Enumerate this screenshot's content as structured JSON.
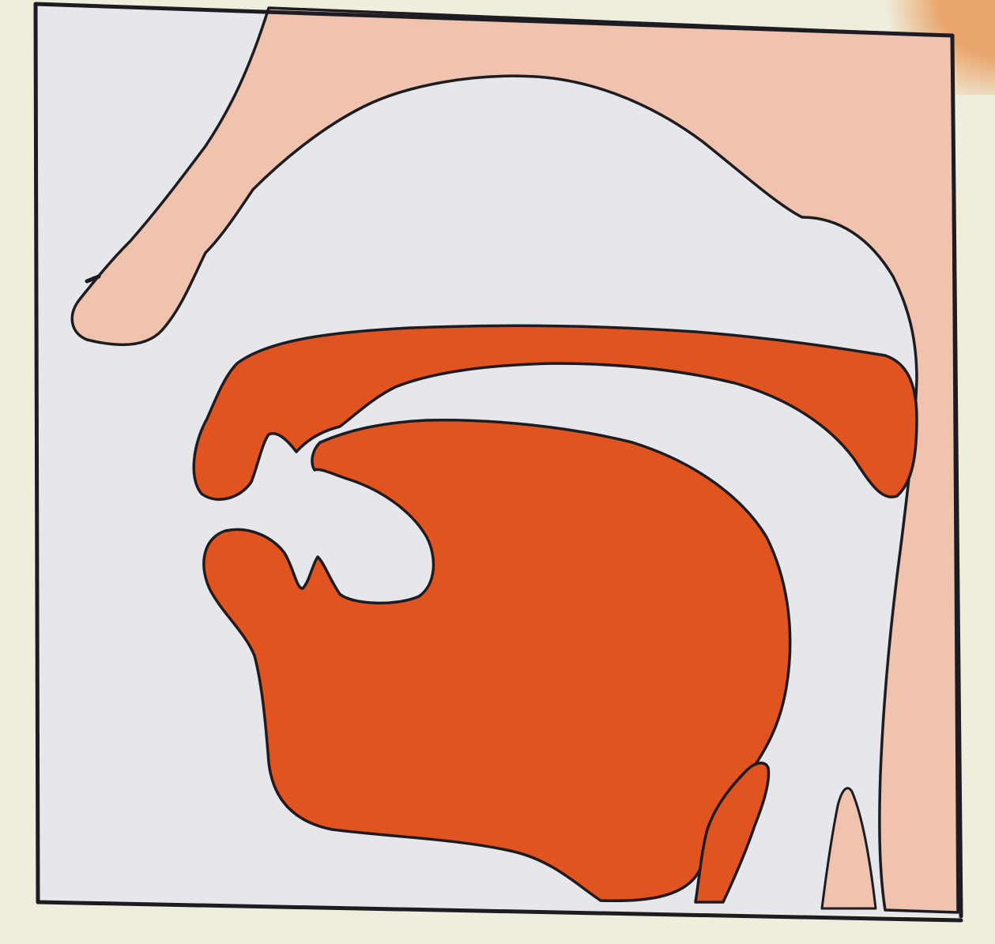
{
  "figure": {
    "kind": "sagittal cross-section of the vocal tract (articulatory diagram)",
    "colors": {
      "page_background": "#efeedd",
      "panel_background": "#e6e7ea",
      "outer_tissue": "#efc3ad",
      "articulators": "#e2541f",
      "outline": "#1c1c22",
      "page_corner_tint": "#e9a56c"
    },
    "parts": [
      "nasal-bridge",
      "nasal-and-pharyngeal-tissue",
      "upper-lip-and-palate",
      "lower-lip-tongue-and-jaw",
      "epiglottis",
      "larynx-wall"
    ]
  }
}
